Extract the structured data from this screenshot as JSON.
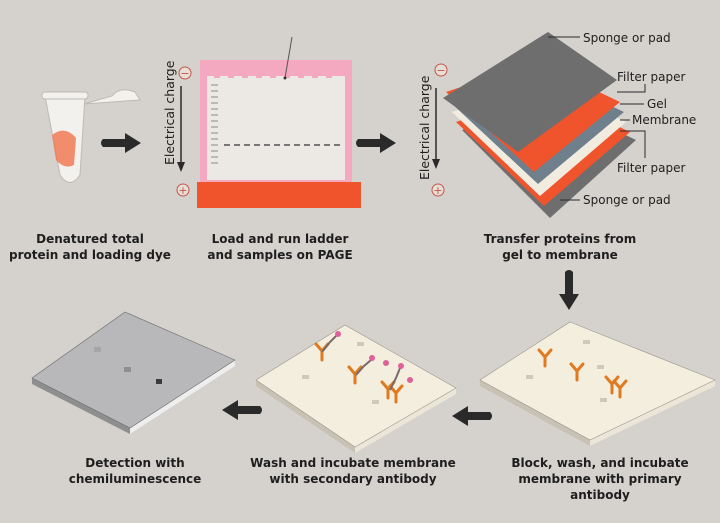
{
  "colors": {
    "background": "#d5d2cd",
    "orange": "#f0542c",
    "pink": "#f5a9c0",
    "gray_sponge": "#6e6e6e",
    "gel_blue": "#6f7f8c",
    "membrane": "#f2ece0",
    "arrow": "#2a2a2a"
  },
  "step1": {
    "caption_line1": "Denatured total",
    "caption_line2": "protein and loading dye"
  },
  "step2": {
    "charge_label": "Electrical charge",
    "minus": "−",
    "plus": "+",
    "caption_line1": "Load and run ladder",
    "caption_line2": "and samples on PAGE"
  },
  "step3": {
    "charge_label": "Electrical charge",
    "minus": "−",
    "plus": "+",
    "layers": [
      "Sponge or pad",
      "Filter paper",
      "Gel",
      "Membrane",
      "Filter paper",
      "Sponge or pad"
    ],
    "caption_line1": "Transfer proteins from",
    "caption_line2": "gel to membrane"
  },
  "step4": {
    "caption_line1": "Block, wash, and incubate",
    "caption_line2": "membrane with primary",
    "caption_line3": "antibody"
  },
  "step5": {
    "caption_line1": "Wash and incubate membrane",
    "caption_line2": "with secondary antibody"
  },
  "step6": {
    "caption_line1": "Detection with",
    "caption_line2": "chemiluminescence"
  }
}
